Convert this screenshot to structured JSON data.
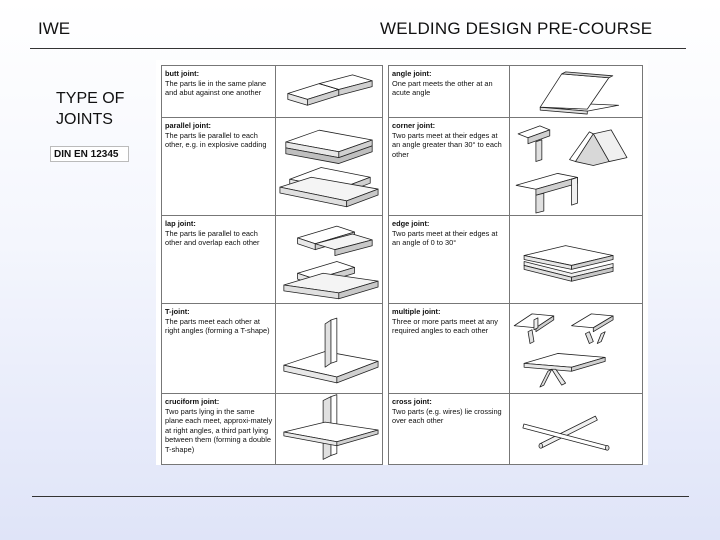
{
  "header": {
    "left": "IWE",
    "right": "WELDING DESIGN PRE-COURSE"
  },
  "sidebar": {
    "title_line1": "TYPE OF",
    "title_line2": "JOINTS",
    "standard": "DIN EN 12345"
  },
  "joints_left": [
    {
      "name": "butt joint:",
      "desc": "The parts lie in the same plane and abut against one another"
    },
    {
      "name": "parallel joint:",
      "desc": "The parts lie parallel to each other, e.g. in explosive cadding"
    },
    {
      "name": "lap joint:",
      "desc": "The parts lie parallel to each other and overlap each other"
    },
    {
      "name": "T-joint:",
      "desc": "The parts meet each other at right angles (forming a T-shape)"
    },
    {
      "name": "cruciform joint:",
      "desc": "Two parts lying in the same plane each meet, approxi-mately at right angles, a third part lying between them (forming a double T-shape)"
    }
  ],
  "joints_right": [
    {
      "name": "angle joint:",
      "desc": "One part meets the other at an acute angle"
    },
    {
      "name": "corner joint:",
      "desc": "Two parts meet at their edges at an angle greater than 30° to each other"
    },
    {
      "name": "edge joint:",
      "desc": "Two parts meet at their edges at an angle of 0 to 30°"
    },
    {
      "name": "multiple joint:",
      "desc": "Three or more parts meet at any required angles to each other"
    },
    {
      "name": "cross joint:",
      "desc": "Two parts (e.g. wires) lie crossing over each other"
    }
  ]
}
